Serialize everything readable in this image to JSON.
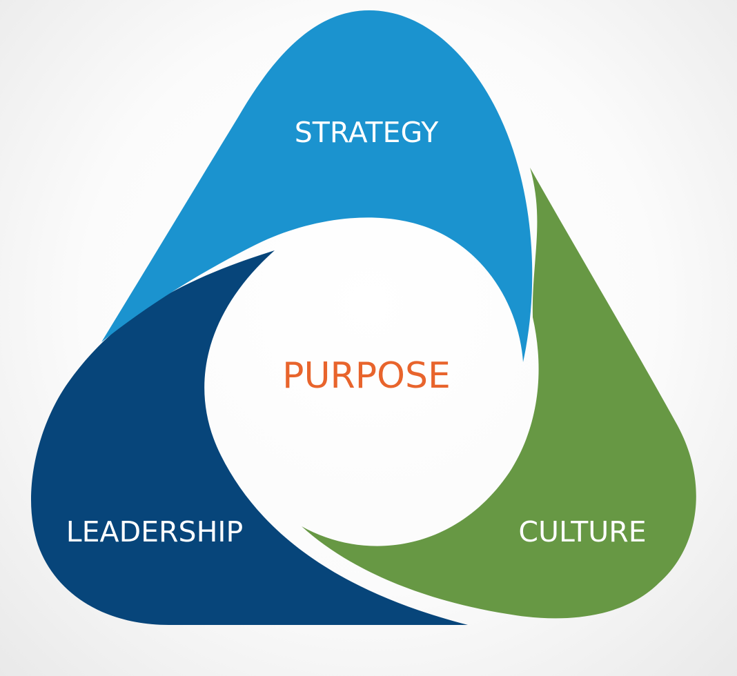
{
  "diagram": {
    "center": {
      "label": "PURPOSE",
      "color": "#e8642c"
    },
    "segments": [
      {
        "id": "strategy",
        "label": "STRATEGY",
        "color": "#1b93cf"
      },
      {
        "id": "culture",
        "label": "CULTURE",
        "color": "#679844"
      },
      {
        "id": "leadership",
        "label": "LEADERSHIP",
        "color": "#07457a"
      }
    ]
  }
}
